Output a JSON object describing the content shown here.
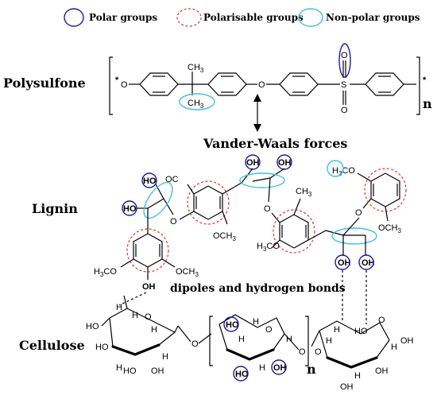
{
  "legend": {
    "polar_label": "Polar groups",
    "polarisable_label": "Polarisable groups",
    "nonpolar_label": "Non-polar groups"
  },
  "labels": {
    "polysulfone": "Polysulfone",
    "lignin": "Lignin",
    "cellulose": "Cellulose",
    "vdw": "Vander-Waals forces",
    "dipoles": "dipoles and hydrogen bonds",
    "repeat_n": "n"
  },
  "atoms": {
    "ch3": "CH",
    "sub3": "3",
    "o": "O",
    "s": "S",
    "star": "*",
    "ho": "HO",
    "oh": "OH",
    "h": "H",
    "h3co": "H3CO",
    "och3": "OCH3",
    "oc": "OC",
    "ho_lower": "HO"
  },
  "colors": {
    "polar": "#1c1aa0",
    "polarisable": "#e0312f",
    "nonpolar": "#3cc2e0"
  }
}
